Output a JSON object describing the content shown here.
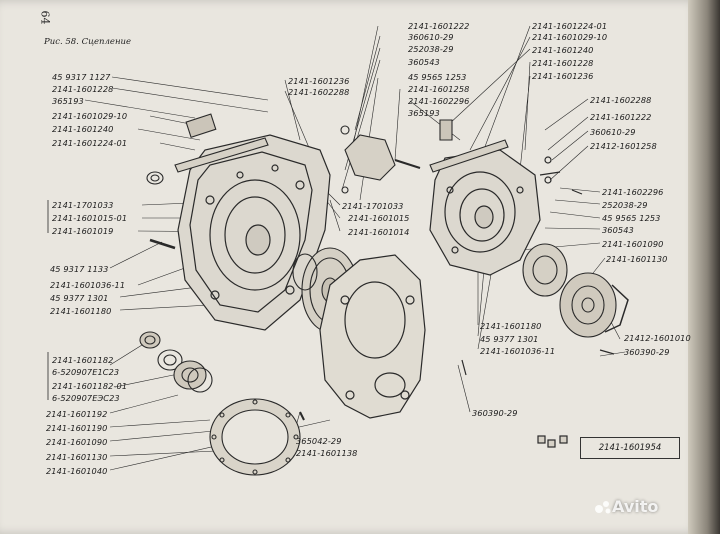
{
  "page": {
    "corner_number": "64",
    "caption": "Рис. 58. Сцепление",
    "watermark": "Avito"
  },
  "callouts": {
    "left": [
      "45 9317 1127",
      "2141-1601228",
      "365193",
      "2141-1601029-10",
      "2141-1601240",
      "2141-1601224-01",
      "2141-1701033",
      "2141-1601015-01",
      "2141-1601019",
      "45 9317 1133",
      "2141-1601036-11",
      "45 9377 1301",
      "2141-1601180",
      "2141-1601182",
      "6-520907E1C23",
      "2141-1601182-01",
      "6-520907EЭС23",
      "2141-1601192",
      "2141-1601190",
      "2141-1601090",
      "2141-1601130",
      "2141-1601040"
    ],
    "center": [
      "2141-1601236",
      "2141-1602288",
      "2141-1601222",
      "360610-29",
      "252038-29",
      "360543",
      "45 9565 1253",
      "2141-1601258",
      "2141-1602296",
      "365193",
      "2141-1701033",
      "2141-1601015",
      "2141-1601014",
      "2141-1601180",
      "45 9377 1301",
      "2141-1601036-11",
      "360390-29",
      "365042-29",
      "2141-1601138"
    ],
    "right": [
      "2141-1601224-01",
      "2141-1601029-10",
      "2141-1601240",
      "2141-1601228",
      "2141-1601236",
      "2141-1602288",
      "2141-1601222",
      "360610-29",
      "21412-1601258",
      "2141-1602296",
      "252038-29",
      "45 9565 1253",
      "360543",
      "2141-1601090",
      "2141-1601130",
      "21412-1601010",
      "360390-29"
    ],
    "boxed": "2141-1601954"
  }
}
